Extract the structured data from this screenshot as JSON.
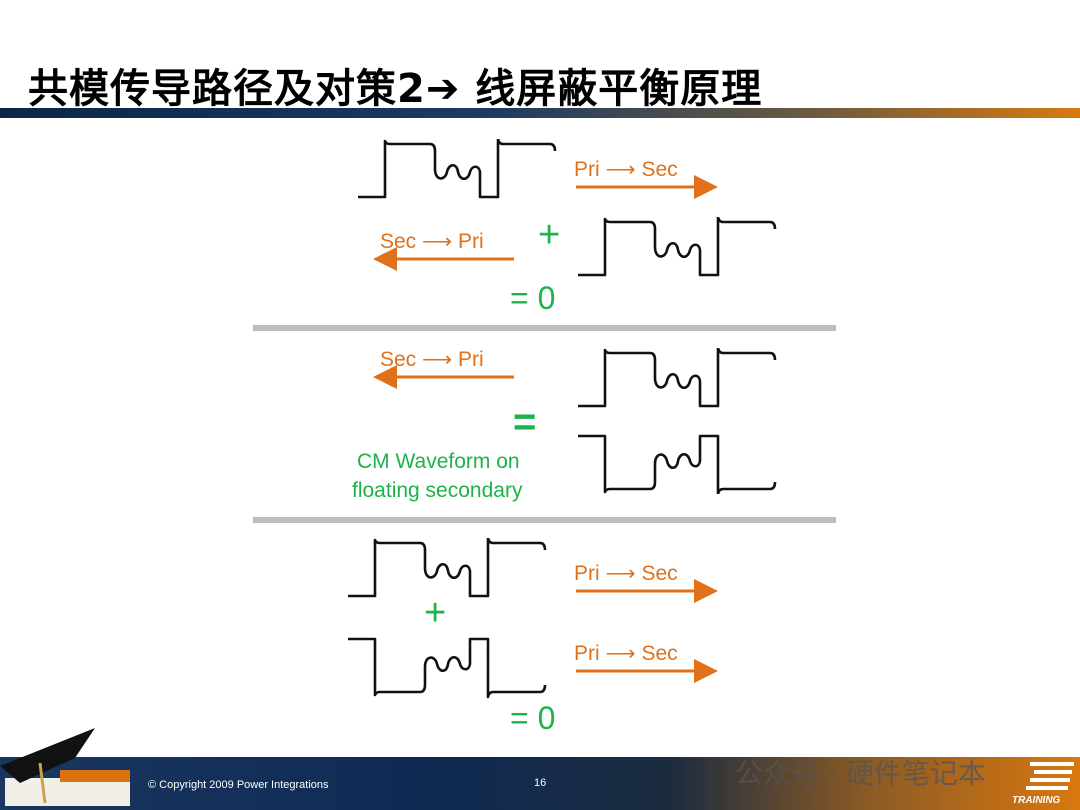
{
  "title": "共模传导路径及对策2➔ 线屏蔽平衡原理",
  "section1": {
    "label_top": "Pri ⟶ Sec",
    "label_bottom": "Sec ⟶ Pri",
    "plus": "+",
    "result": "= 0"
  },
  "section2": {
    "label": "Sec ⟶ Pri",
    "equals": "=",
    "caption_line1": "CM Waveform on",
    "caption_line2": "floating secondary"
  },
  "section3": {
    "label_top": "Pri ⟶ Sec",
    "label_bottom": "Pri ⟶ Sec",
    "plus": "+",
    "result": "= 0"
  },
  "footer": {
    "copyright": "© Copyright 2009 Power Integrations",
    "page": "16",
    "watermark": "公众号 · 硬件笔记本",
    "logo_text": "TRAINING"
  },
  "colors": {
    "orange": "#e0711a",
    "green": "#1db34a",
    "separator": "#bdbdbd"
  }
}
